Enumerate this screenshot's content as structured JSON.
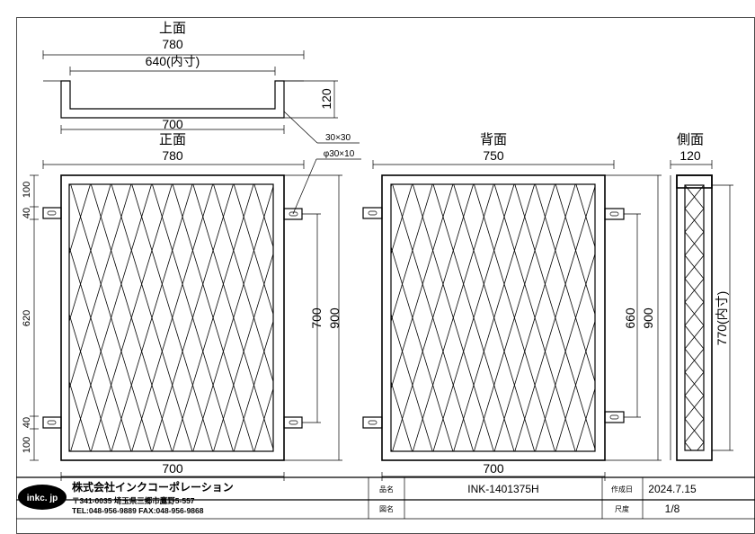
{
  "views": {
    "top": {
      "title": "上面",
      "dim_overall": "780",
      "dim_inner": "640(内寸)",
      "dim_bottom": "700",
      "dim_height": "120"
    },
    "front": {
      "title": "正面",
      "dim_top": "780",
      "dim_bottom": "700",
      "dim_right_inner": "700",
      "dim_right_outer": "900",
      "dim_left_1": "100",
      "dim_left_2": "40",
      "dim_left_3": "620",
      "dim_left_4": "40",
      "dim_left_5": "100"
    },
    "back": {
      "title": "背面",
      "dim_top": "750",
      "dim_bottom": "700",
      "dim_right_inner": "660",
      "dim_right_outer": "900"
    },
    "side": {
      "title": "側面",
      "dim_top": "120",
      "dim_right": "770(内寸)"
    }
  },
  "notes": {
    "frame": "30×30",
    "pipe": "φ30×10"
  },
  "title_block": {
    "logo_text": "inkc. jp",
    "company_name": "株式会社インクコーポレーション",
    "address": "〒341-0035 埼玉県三郷市鷹野5-557",
    "contact": "TEL:048-956-9889  FAX:048-956-9868",
    "product_label": "品名",
    "product_value": "INK-1401375H",
    "drawing_label": "図名",
    "drawing_value": "",
    "date_label": "作成日",
    "date_value": "2024.7.15",
    "scale_label": "尺度",
    "scale_value": "1/8"
  }
}
